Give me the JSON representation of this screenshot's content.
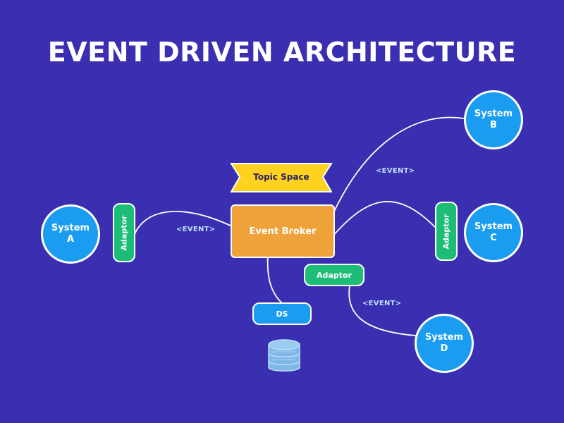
{
  "title": "EVENT DRIVEN ARCHITECTURE",
  "nodes": {
    "system_a": [
      "System",
      "A"
    ],
    "system_b": [
      "System",
      "B"
    ],
    "system_c": [
      "System",
      "C"
    ],
    "system_d": [
      "System",
      "D"
    ],
    "event_broker": "Event Broker",
    "topic_space": "Topic Space",
    "adaptor_left": "Adaptor",
    "adaptor_right": "Adaptor",
    "adaptor_bottom": "Adaptor",
    "ds": "DS"
  },
  "edge_labels": {
    "left": "<EVENT>",
    "upper_right": "<EVENT>",
    "lower_right": "<EVENT>"
  },
  "colors": {
    "background": "#3a2fb0",
    "system": "#1a9cf0",
    "adaptor": "#1dbd78",
    "broker": "#f0a23a",
    "topic_space": "#ffd21f",
    "ds": "#1a9cf0",
    "event_label": "#bfe0ff",
    "lines": "#ffffff"
  }
}
